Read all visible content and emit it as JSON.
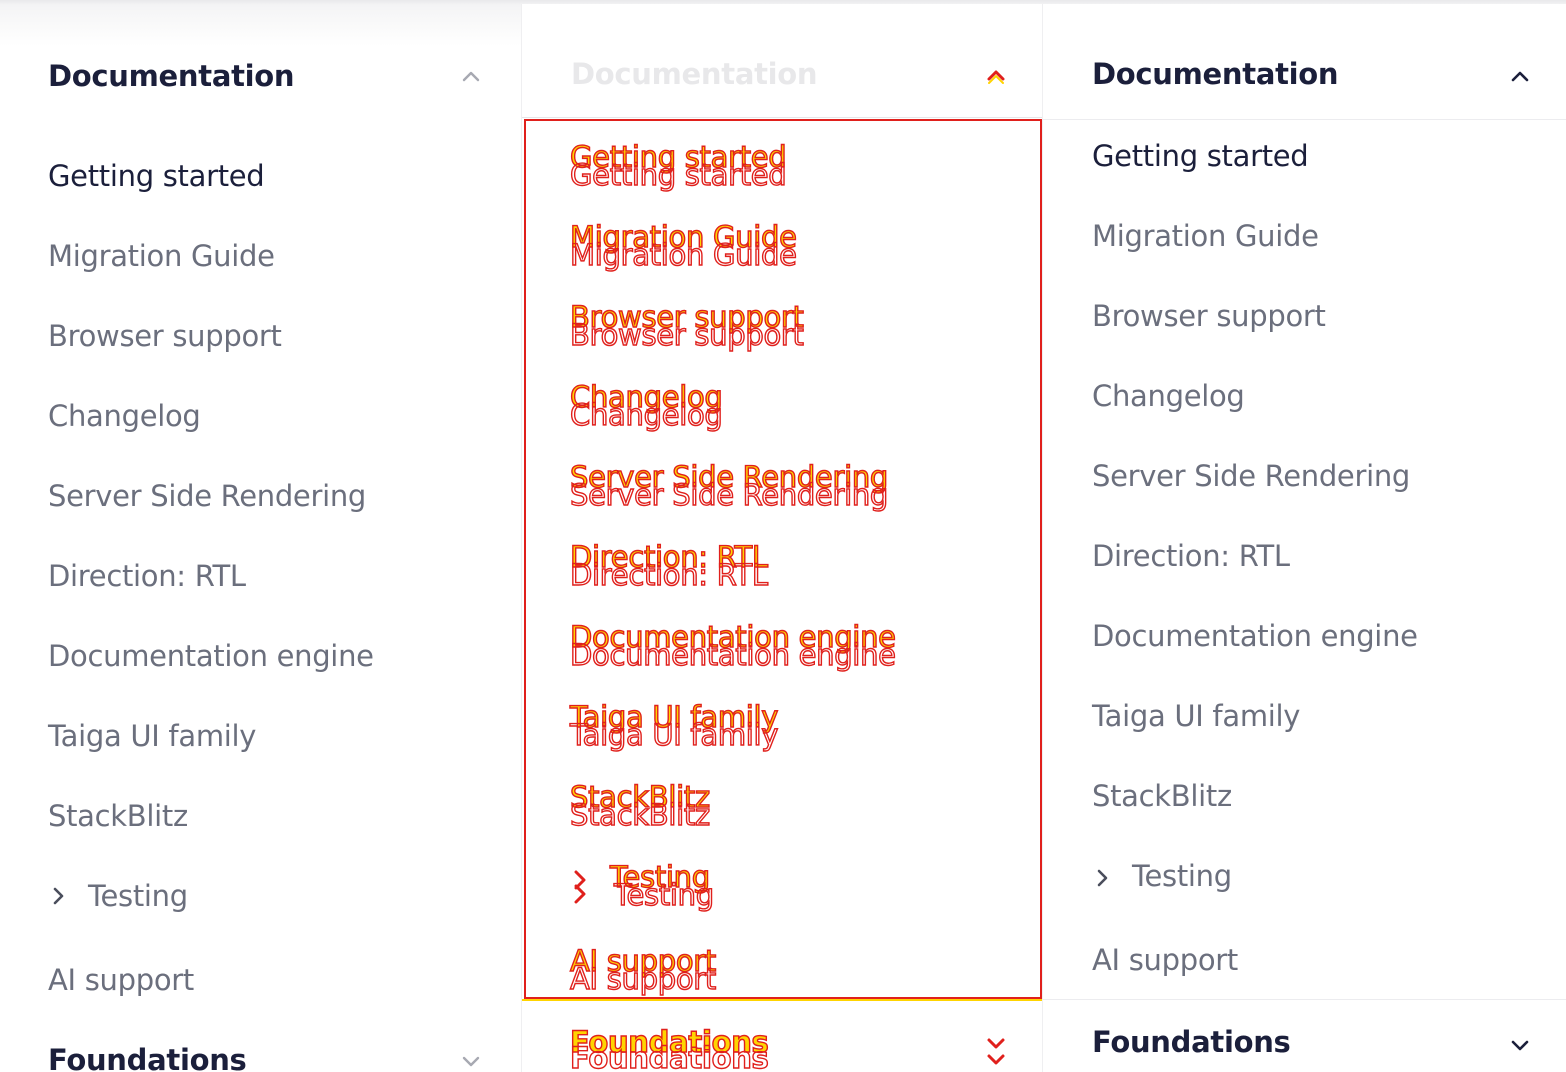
{
  "section": {
    "title": "Documentation",
    "next_title": "Foundations"
  },
  "items": [
    {
      "label": "Getting started"
    },
    {
      "label": "Migration Guide"
    },
    {
      "label": "Browser support"
    },
    {
      "label": "Changelog"
    },
    {
      "label": "Server Side Rendering"
    },
    {
      "label": "Direction: RTL"
    },
    {
      "label": "Documentation engine"
    },
    {
      "label": "Taiga UI family"
    },
    {
      "label": "StackBlitz"
    },
    {
      "label": "Testing"
    },
    {
      "label": "AI support"
    }
  ],
  "colors": {
    "title": "#1b1f3b",
    "item": "#6b6f7d",
    "debug_outline": "#e0201c",
    "debug_fill": "#ffd400"
  },
  "icons": {
    "expand_open": "chevron-up-icon",
    "expand_closed": "chevron-down-icon",
    "subgroup": "chevron-right-icon"
  }
}
